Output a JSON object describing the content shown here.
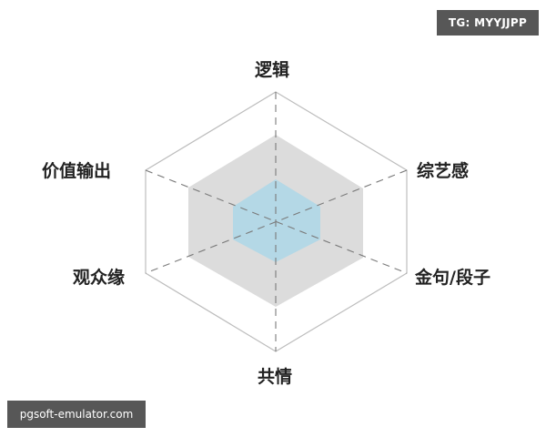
{
  "watermarks": {
    "top_right": "TG: MYYJJPP",
    "bottom_left": "pgsoft-emulator.com"
  },
  "colors": {
    "outer_border": "#bdbdbd",
    "axis_dash": "#7a7a7a",
    "series_gray": "#dcdcdc",
    "series_blue": "#b4d8e6",
    "label_text": "#222222",
    "badge_bg": "#575757"
  },
  "chart_data": {
    "type": "radar",
    "title": "",
    "axes": [
      "逻辑",
      "综艺感",
      "金句/段子",
      "共情",
      "观众缘",
      "价值输出"
    ],
    "range": [
      0,
      3
    ],
    "grid": "single outer hexagon with dashed spokes",
    "legend": "none",
    "series": [
      {
        "name": "gray",
        "color": "#dcdcdc",
        "values": [
          2,
          2,
          2,
          2,
          2,
          2
        ]
      },
      {
        "name": "blue",
        "color": "#b4d8e6",
        "values": [
          1,
          1,
          1,
          1,
          1,
          1
        ]
      }
    ]
  },
  "labels": {
    "top": "逻辑",
    "upper_right": "综艺感",
    "lower_right": "金句/段子",
    "bottom": "共情",
    "lower_left": "观众缘",
    "upper_left": "价值输出"
  }
}
